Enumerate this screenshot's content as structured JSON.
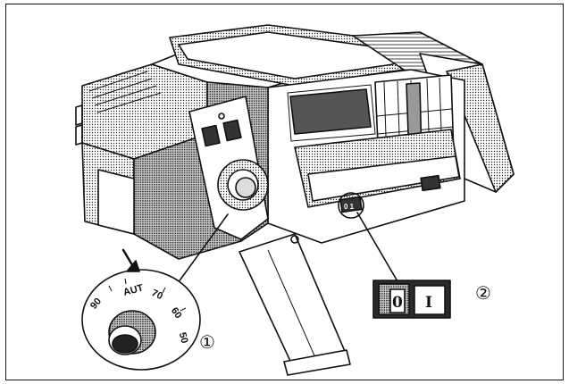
{
  "colors": {
    "ink": "#111111",
    "paper": "#ffffff",
    "screen": "#555555",
    "switch_body": "#2a2a2a"
  },
  "dial": {
    "labels": [
      "90",
      "AUT",
      "70",
      "60",
      "50"
    ],
    "indicator": "arrow-down-icon"
  },
  "callouts": {
    "dial_callout": "①",
    "switch_callout": "②"
  },
  "switch": {
    "off_label": "0",
    "on_label": "I"
  },
  "panel_switch": {
    "label": "0 1"
  }
}
